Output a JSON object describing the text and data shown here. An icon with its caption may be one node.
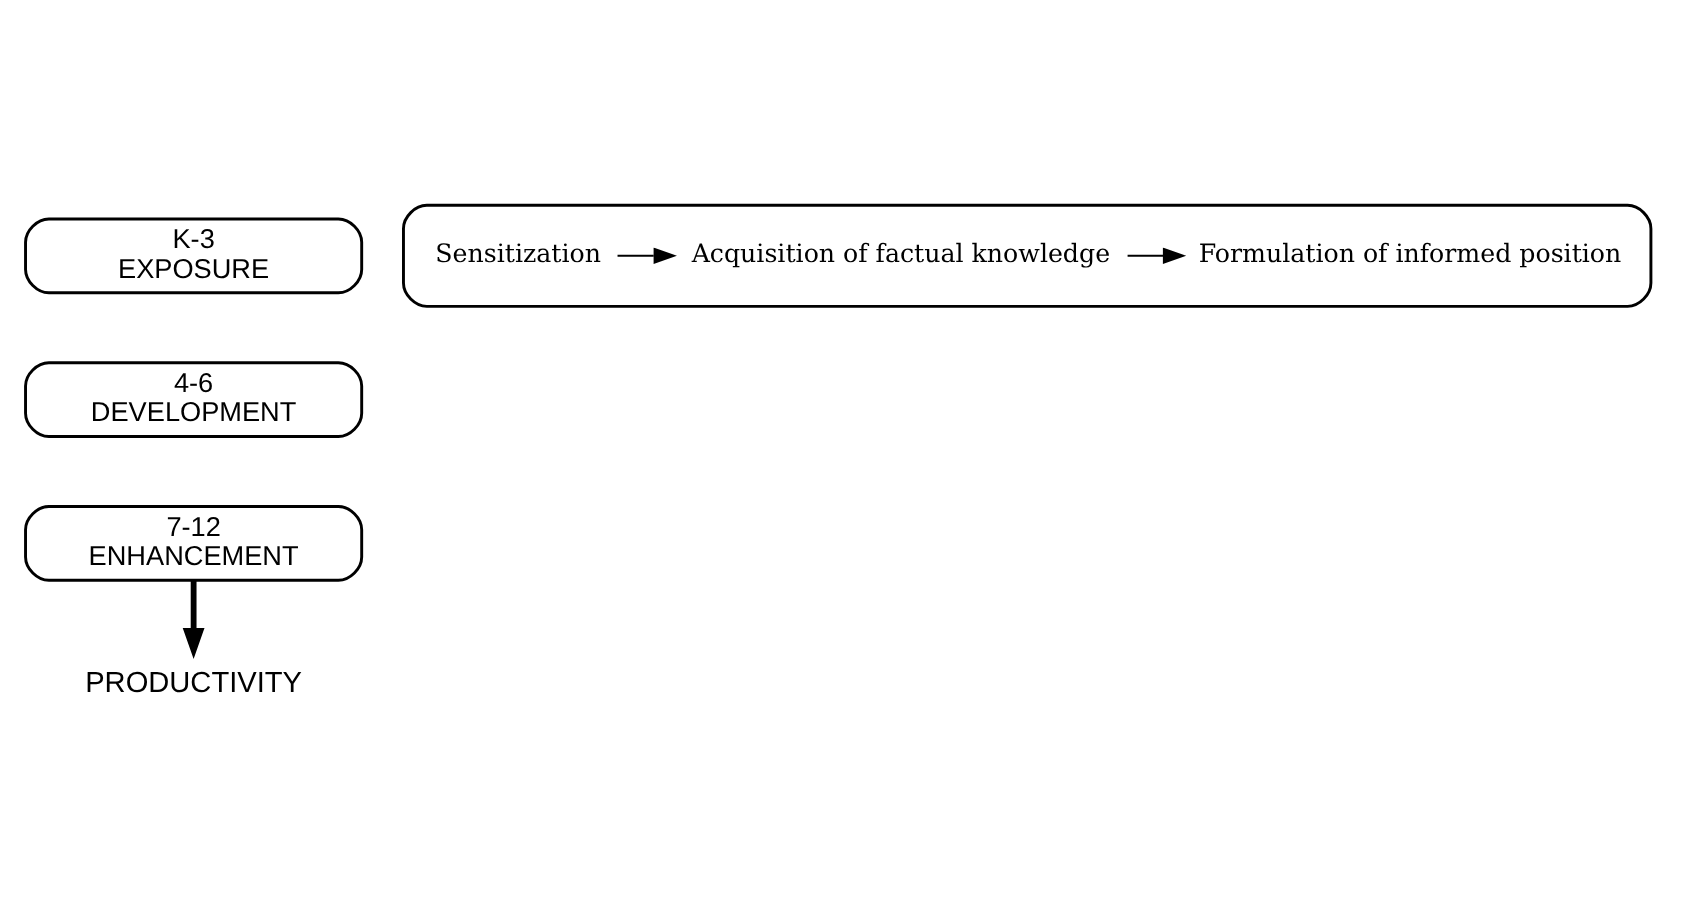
{
  "diagram": {
    "nodes": [
      {
        "text": [
          "K-3",
          "EXPOSURE"
        ]
      },
      {
        "text": [
          "4-6",
          "DEVELOPMENT"
        ]
      },
      {
        "text": [
          "7-12",
          "ENHANCEMENT"
        ]
      },
      {
        "text": [],
        "shape": "wedge"
      },
      {
        "text": [
          "Sensitization"
        ],
        "in": 3
      },
      {
        "text": [
          "Acquisition of factual knowledge"
        ],
        "in": 3
      },
      {
        "text": [
          "Formulation of informed position"
        ],
        "in": 3
      },
      {
        "text": [
          "PRODUCTIVITY"
        ]
      }
    ],
    "edges": [
      {
        "from": 4,
        "to": 5,
        "arrow": "to"
      },
      {
        "from": 5,
        "to": 6,
        "arrow": "to"
      },
      {
        "from": 2,
        "to": 7,
        "arrow": "to",
        "style": "thick"
      }
    ]
  }
}
